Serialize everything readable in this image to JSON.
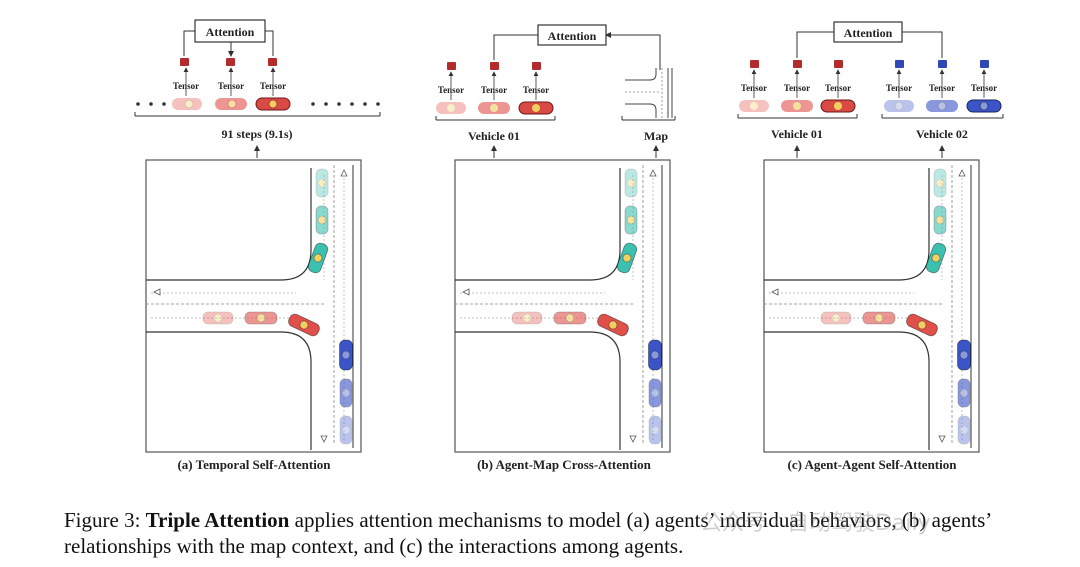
{
  "panels": [
    {
      "id": "a",
      "attention_label": "Attention",
      "tensor_labels": [
        "Tensor",
        "Tensor",
        "Tensor"
      ],
      "group_labels": [
        "91  steps (9.1s)"
      ],
      "subcaption": "(a) Temporal Self-Attention"
    },
    {
      "id": "b",
      "attention_label": "Attention",
      "tensor_labels": [
        "Tensor",
        "Tensor",
        "Tensor"
      ],
      "group_labels": [
        "Vehicle 01",
        "Map"
      ],
      "subcaption": "(b) Agent-Map Cross-Attention"
    },
    {
      "id": "c",
      "attention_label": "Attention",
      "tensor_labels": [
        "Tensor",
        "Tensor",
        "Tensor",
        "Tensor",
        "Tensor",
        "Tensor"
      ],
      "group_labels": [
        "Vehicle 01",
        "Vehicle 02"
      ],
      "subcaption": "(c) Agent-Agent Self-Attention"
    }
  ],
  "caption": {
    "prefix": "Figure 3: ",
    "bold": "Triple Attention",
    "rest": " applies attention mechanisms to model (a) agents’ individual behaviors, (b) agents’ relationships with the map context, and (c) the interactions among agents."
  },
  "watermark": "公众号 · 自动驾驶Daily",
  "colors": {
    "red_vehicle": "#e0504a",
    "blue_vehicle": "#3b55c9",
    "teal_vehicle": "#3cc0b0",
    "tensor_red": "#b32b2b",
    "tensor_blue": "#2f48b3"
  }
}
